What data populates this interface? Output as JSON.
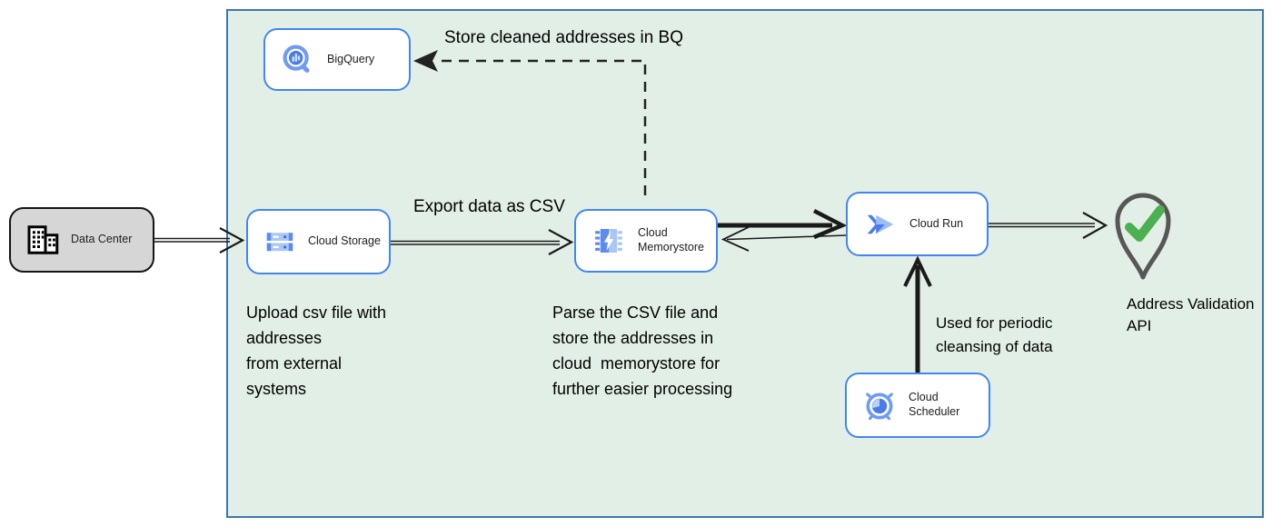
{
  "diagram": {
    "nodes": {
      "data_center": {
        "label": "Data Center"
      },
      "bigquery": {
        "label": "BigQuery"
      },
      "cloud_storage": {
        "label": "Cloud Storage"
      },
      "cloud_memorystore": {
        "label": "Cloud Memorystore"
      },
      "cloud_run": {
        "label": "Cloud Run"
      },
      "cloud_scheduler": {
        "label": "Cloud Scheduler"
      },
      "address_validation": {
        "label": "Address Validation\nAPI"
      }
    },
    "annotations": {
      "store_bq": "Store cleaned addresses in BQ",
      "export_csv": "Export data as CSV",
      "upload_note": "Upload csv file with\naddresses\nfrom external\nsystems",
      "parse_note": "Parse the CSV file and\nstore the addresses in\ncloud  memorystore for\nfurther easier processing",
      "scheduler_note": "Used for periodic\ncleansing of data"
    }
  },
  "colors": {
    "node_border": "#4285f4",
    "container_fill": "#e2efe6",
    "container_border": "#3d78ad",
    "datacenter_fill": "#d6d6d6",
    "datacenter_border": "#141414",
    "arrow": "#1a1a1a",
    "check_green": "#4caf50",
    "pin_outline": "#575757",
    "icon_dark_blue": "#4a7de8",
    "icon_mid_blue": "#6f9bf4",
    "icon_light_blue": "#a9c6f7",
    "text": "#000000"
  }
}
